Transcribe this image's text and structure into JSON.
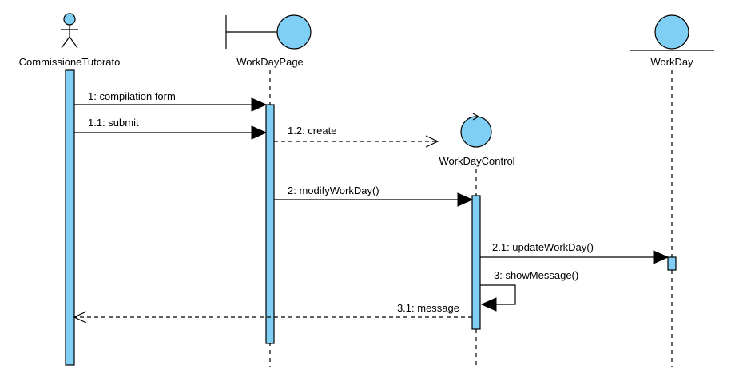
{
  "colors": {
    "fill": "#7FCFF5",
    "stroke": "#000000",
    "background": "#FFFFFF"
  },
  "participants": [
    {
      "id": "commissione",
      "name": "CommissioneTutorato",
      "kind": "actor"
    },
    {
      "id": "page",
      "name": "WorkDayPage",
      "kind": "boundary"
    },
    {
      "id": "control",
      "name": "WorkDayControl",
      "kind": "control"
    },
    {
      "id": "workday",
      "name": "WorkDay",
      "kind": "entity"
    }
  ],
  "messages": [
    {
      "id": "m1",
      "label": "1: compilation form",
      "kind": "sync"
    },
    {
      "id": "m11",
      "label": "1.1: submit",
      "kind": "sync"
    },
    {
      "id": "m12",
      "label": "1.2: create",
      "kind": "create"
    },
    {
      "id": "m2",
      "label": "2: modifyWorkDay()",
      "kind": "sync"
    },
    {
      "id": "m21",
      "label": "2.1: updateWorkDay()",
      "kind": "sync"
    },
    {
      "id": "m3",
      "label": "3: showMessage()",
      "kind": "self"
    },
    {
      "id": "m31",
      "label": "3.1: message",
      "kind": "return"
    }
  ]
}
